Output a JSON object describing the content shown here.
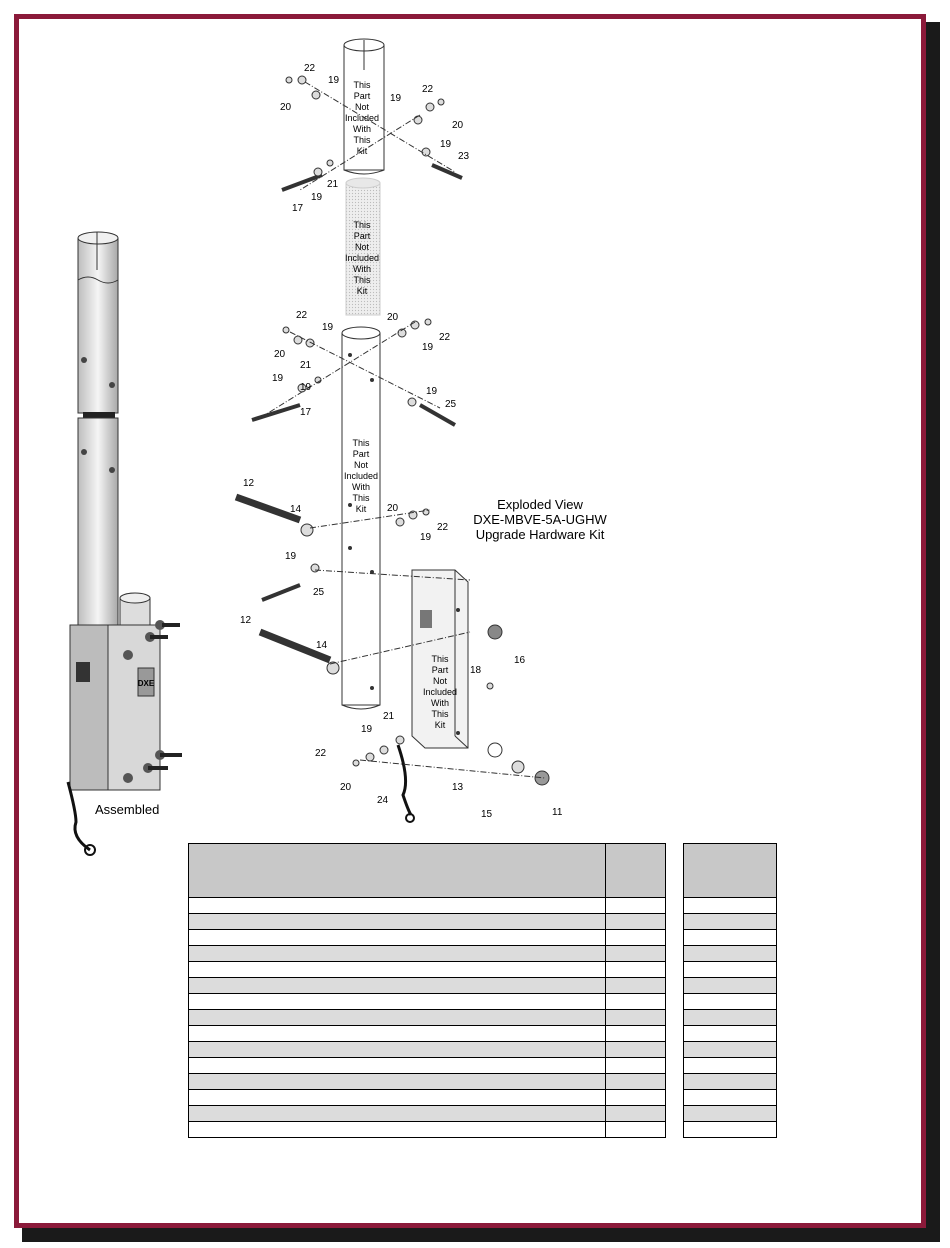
{
  "frame": {
    "border_color": "#8b1a3a"
  },
  "drawing": {
    "assembled_caption": "Assembled",
    "exploded_title_line1": "Exploded View",
    "exploded_title_line2": "DXE-MBVE-5A-UGHW",
    "exploded_title_line3": "Upgrade Hardware Kit",
    "note_lines": [
      "This",
      "Part",
      "Not",
      "Included",
      "With",
      "This",
      "Kit"
    ]
  },
  "part_callouts": [
    "22",
    "19",
    "20",
    "19",
    "22",
    "20",
    "19",
    "23",
    "17",
    "19",
    "21",
    "22",
    "19",
    "20",
    "19",
    "21",
    "19",
    "17",
    "20",
    "22",
    "19",
    "19",
    "25",
    "12",
    "14",
    "20",
    "22",
    "19",
    "19",
    "25",
    "12",
    "14",
    "16",
    "18",
    "21",
    "19",
    "22",
    "20",
    "24",
    "13",
    "15",
    "11"
  ],
  "tables": {
    "main": {
      "rows": 15
    },
    "side": {
      "rows": 15
    }
  }
}
